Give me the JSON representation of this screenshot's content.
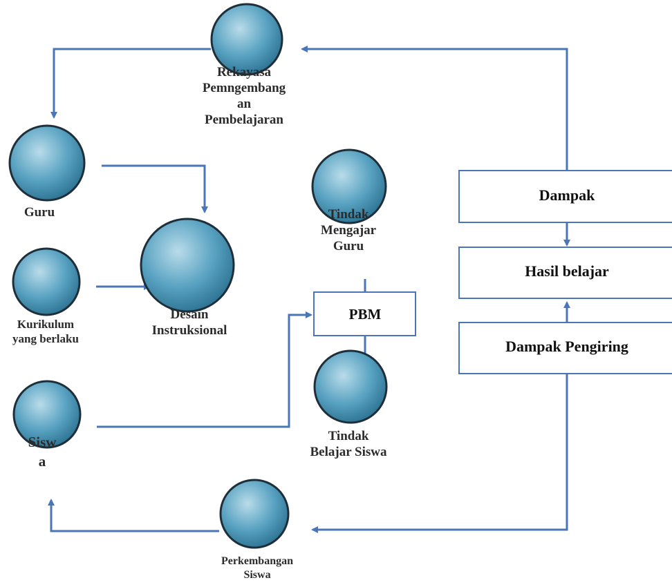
{
  "colors": {
    "arrow": "#4a76b8",
    "circle_fill": "#3f8fb0",
    "circle_border": "#1f2f3a",
    "box_border": "#4a76b8",
    "label": "#2b2b2b"
  },
  "nodes": {
    "rekayasa": {
      "lines": [
        "Rekayasa",
        "Pemngembang",
        "an",
        "Pembelajaran"
      ],
      "icon": "person-reading-icon"
    },
    "guru": {
      "lines": [
        "Guru"
      ],
      "icon": "teacher-icon"
    },
    "kurikulum": {
      "lines": [
        "Kurikulum",
        "yang berlaku"
      ],
      "icon": "curriculum-icon"
    },
    "desain": {
      "lines": [
        "Desain",
        "Instruksional"
      ],
      "icon": "open-book-icon"
    },
    "siswa": {
      "lines": [
        "Sisw",
        "a"
      ],
      "icon": "students-icon"
    },
    "tindak_mengajar": {
      "lines": [
        "Tindak",
        "Mengajar",
        "Guru"
      ],
      "icon": "teaching-icon"
    },
    "tindak_belajar": {
      "lines": [
        "Tindak",
        "Belajar Siswa"
      ],
      "icon": "learning-icon"
    },
    "perkembangan": {
      "lines": [
        "Perkembangan",
        "Siswa"
      ],
      "icon": "student-group-icon"
    }
  },
  "boxes": {
    "pbm": "PBM",
    "dampak": "Dampak",
    "hasil": "Hasil belajar",
    "pengiring": "Dampak Pengiring"
  }
}
